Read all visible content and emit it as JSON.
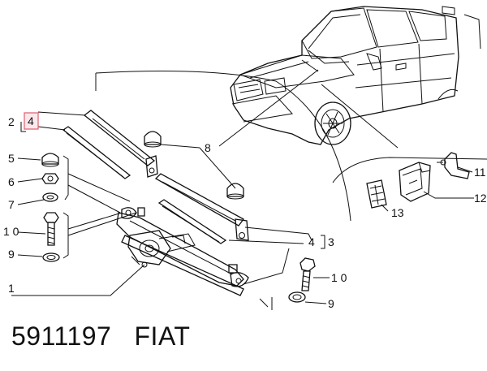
{
  "callouts": {
    "n1": "1",
    "n2": "2",
    "n3": "3",
    "n4_top": "4",
    "n4_mid": "4",
    "n5": "5",
    "n6": "6",
    "n7": "7",
    "n8": "8",
    "n9_left": "9",
    "n9_right": "9",
    "n10_left": "1 0",
    "n10_right": "1 0",
    "n11": "11",
    "n12": "12",
    "n13": "13"
  },
  "caption": {
    "part_number": "5911197",
    "brand": "FIAT"
  },
  "colors": {
    "highlight_box": "#e06a7a",
    "line": "#111111"
  }
}
